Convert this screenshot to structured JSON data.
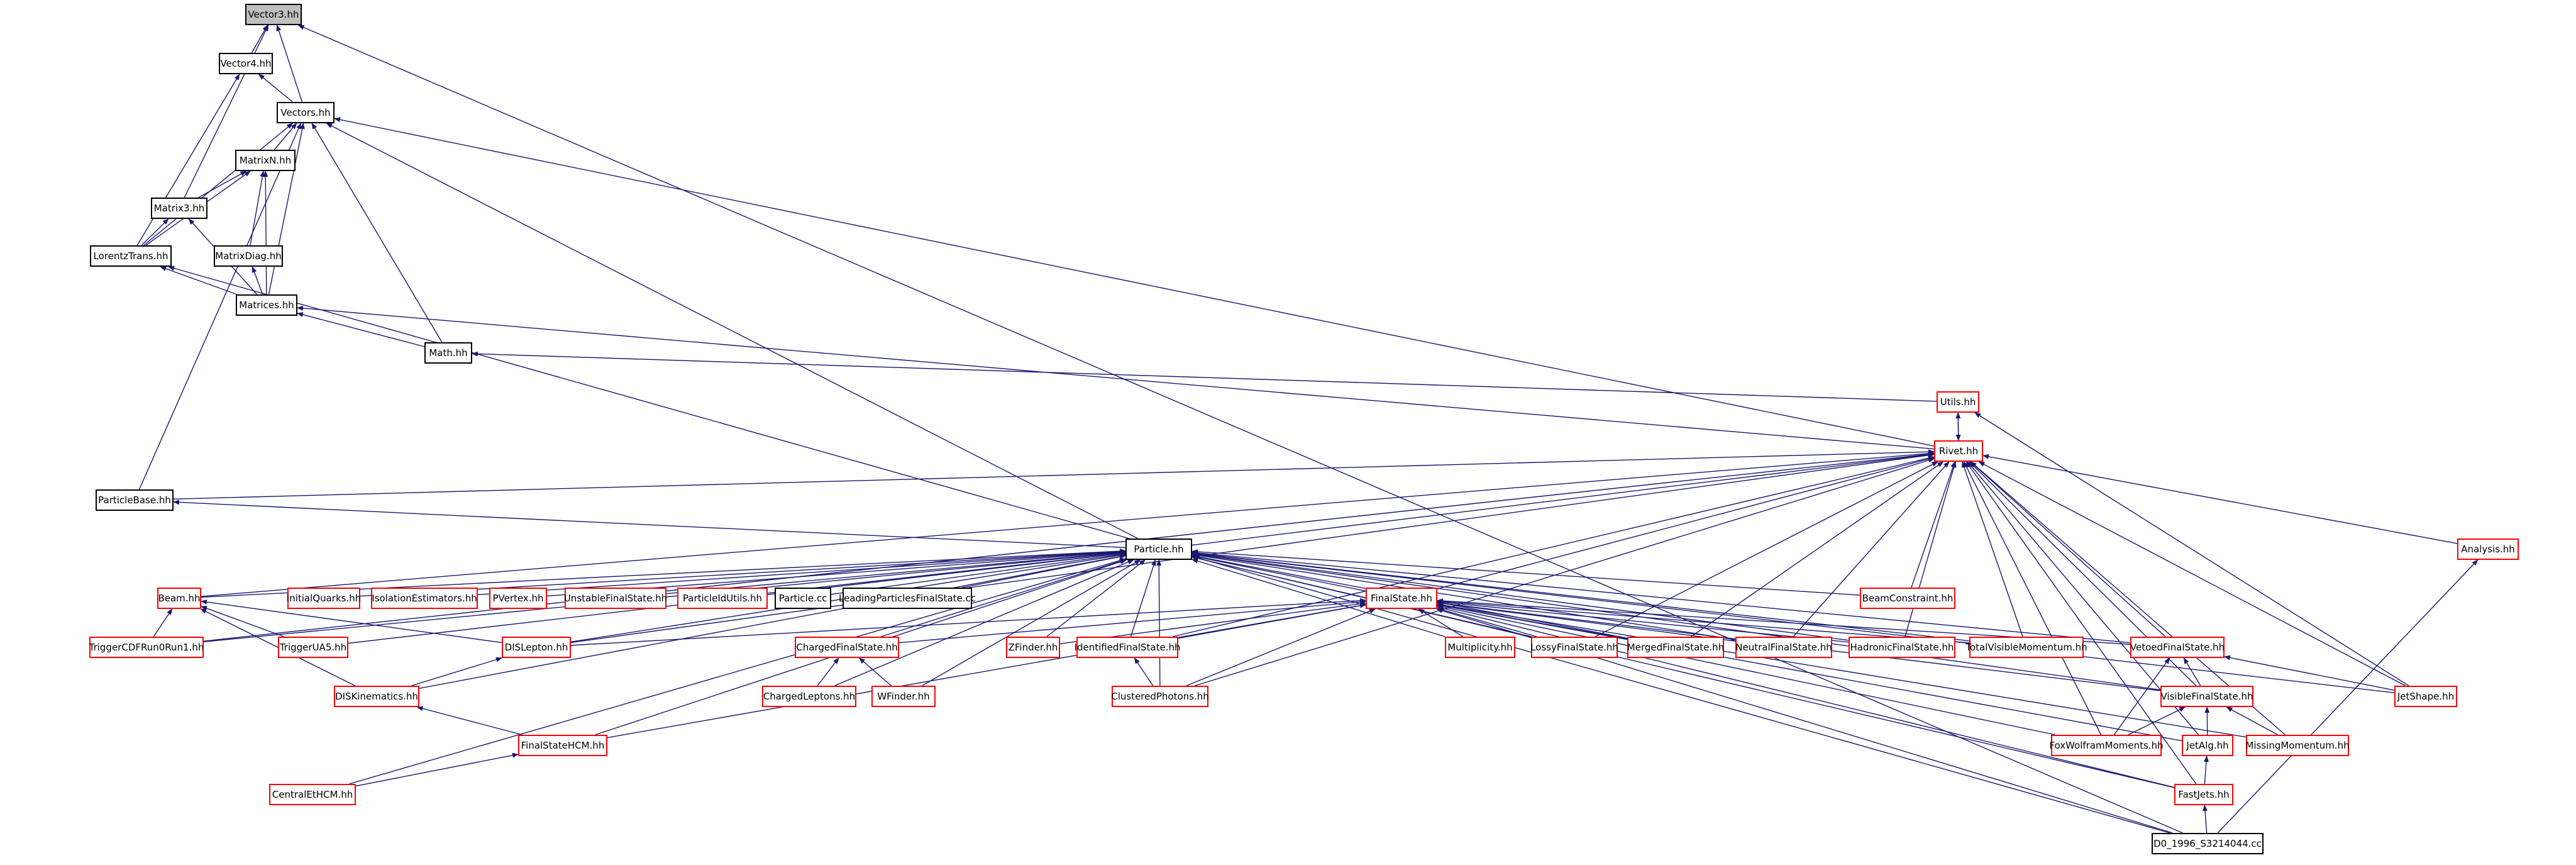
{
  "graph": {
    "colors": {
      "edge": "#191970",
      "node_border": "#000000",
      "external_border": "#ff0000",
      "current_fill": "#bfbfbf"
    },
    "nodes": [
      {
        "id": "vector3",
        "label": "Vector3.hh",
        "style": "current"
      },
      {
        "id": "vector4",
        "label": "Vector4.hh",
        "style": "normal"
      },
      {
        "id": "vectors",
        "label": "Vectors.hh",
        "style": "normal"
      },
      {
        "id": "matrixn",
        "label": "MatrixN.hh",
        "style": "normal"
      },
      {
        "id": "matrix3",
        "label": "Matrix3.hh",
        "style": "normal"
      },
      {
        "id": "matrixdiag",
        "label": "MatrixDiag.hh",
        "style": "normal"
      },
      {
        "id": "lorentztrans",
        "label": "LorentzTrans.hh",
        "style": "normal"
      },
      {
        "id": "matrices",
        "label": "Matrices.hh",
        "style": "normal"
      },
      {
        "id": "math",
        "label": "Math.hh",
        "style": "normal"
      },
      {
        "id": "utils",
        "label": "Utils.hh",
        "style": "external"
      },
      {
        "id": "rivet",
        "label": "Rivet.hh",
        "style": "external"
      },
      {
        "id": "particlebase",
        "label": "ParticleBase.hh",
        "style": "normal"
      },
      {
        "id": "particle",
        "label": "Particle.hh",
        "style": "normal"
      },
      {
        "id": "analysis",
        "label": "Analysis.hh",
        "style": "external"
      },
      {
        "id": "beam",
        "label": "Beam.hh",
        "style": "external"
      },
      {
        "id": "initialquarks",
        "label": "InitialQuarks.hh",
        "style": "external"
      },
      {
        "id": "isolation",
        "label": "IsolationEstimators.hh",
        "style": "external"
      },
      {
        "id": "pvertex",
        "label": "PVertex.hh",
        "style": "external"
      },
      {
        "id": "unstable",
        "label": "UnstableFinalState.hh",
        "style": "external"
      },
      {
        "id": "particleidutils",
        "label": "ParticleIdUtils.hh",
        "style": "external"
      },
      {
        "id": "particlecc",
        "label": "Particle.cc",
        "style": "normal"
      },
      {
        "id": "leading",
        "label": "LeadingParticlesFinalState.cc",
        "style": "normal"
      },
      {
        "id": "beamconstraint",
        "label": "BeamConstraint.hh",
        "style": "external"
      },
      {
        "id": "finalstate",
        "label": "FinalState.hh",
        "style": "external"
      },
      {
        "id": "triggercdf",
        "label": "TriggerCDFRun0Run1.hh",
        "style": "external"
      },
      {
        "id": "triggerua5",
        "label": "TriggerUA5.hh",
        "style": "external"
      },
      {
        "id": "dislepton",
        "label": "DISLepton.hh",
        "style": "external"
      },
      {
        "id": "chargedfs",
        "label": "ChargedFinalState.hh",
        "style": "external"
      },
      {
        "id": "zfinder",
        "label": "ZFinder.hh",
        "style": "external"
      },
      {
        "id": "identifiedfs",
        "label": "IdentifiedFinalState.hh",
        "style": "external"
      },
      {
        "id": "multiplicity",
        "label": "Multiplicity.hh",
        "style": "external"
      },
      {
        "id": "lossyfs",
        "label": "LossyFinalState.hh",
        "style": "external"
      },
      {
        "id": "mergedfs",
        "label": "MergedFinalState.hh",
        "style": "external"
      },
      {
        "id": "neutralfs",
        "label": "NeutralFinalState.hh",
        "style": "external"
      },
      {
        "id": "hadronicfs",
        "label": "HadronicFinalState.hh",
        "style": "external"
      },
      {
        "id": "totalvisible",
        "label": "TotalVisibleMomentum.hh",
        "style": "external"
      },
      {
        "id": "vetoedfs",
        "label": "VetoedFinalState.hh",
        "style": "external"
      },
      {
        "id": "diskinematics",
        "label": "DISKinematics.hh",
        "style": "external"
      },
      {
        "id": "chargedleptons",
        "label": "ChargedLeptons.hh",
        "style": "external"
      },
      {
        "id": "wfinder",
        "label": "WFinder.hh",
        "style": "external"
      },
      {
        "id": "clusteredphotons",
        "label": "ClusteredPhotons.hh",
        "style": "external"
      },
      {
        "id": "visiblefs",
        "label": "VisibleFinalState.hh",
        "style": "external"
      },
      {
        "id": "jetshape",
        "label": "JetShape.hh",
        "style": "external"
      },
      {
        "id": "finalstatehcm",
        "label": "FinalStateHCM.hh",
        "style": "external"
      },
      {
        "id": "foxwolfram",
        "label": "FoxWolframMoments.hh",
        "style": "external"
      },
      {
        "id": "jetalg",
        "label": "JetAlg.hh",
        "style": "external"
      },
      {
        "id": "missingmomentum",
        "label": "MissingMomentum.hh",
        "style": "external"
      },
      {
        "id": "centraletcm",
        "label": "CentralEtHCM.hh",
        "style": "external"
      },
      {
        "id": "fastjets",
        "label": "FastJets.hh",
        "style": "external"
      },
      {
        "id": "d0",
        "label": "D0_1996_S3214044.cc",
        "style": "normal"
      }
    ],
    "edges": [
      [
        "vector4",
        "vector3"
      ],
      [
        "vectors",
        "vector3"
      ],
      [
        "matrix3",
        "vector3"
      ],
      [
        "d0",
        "vector3"
      ],
      [
        "vectors",
        "vector4"
      ],
      [
        "lorentztrans",
        "vector4"
      ],
      [
        "matrixn",
        "vectors"
      ],
      [
        "matrices",
        "vectors"
      ],
      [
        "lorentztrans",
        "vectors"
      ],
      [
        "math",
        "vectors"
      ],
      [
        "rivet",
        "vectors"
      ],
      [
        "particle",
        "vectors"
      ],
      [
        "particlebase",
        "vectors"
      ],
      [
        "matrix3",
        "matrixn"
      ],
      [
        "lorentztrans",
        "matrixn"
      ],
      [
        "matrixdiag",
        "matrixn"
      ],
      [
        "matrices",
        "matrixn"
      ],
      [
        "lorentztrans",
        "matrix3"
      ],
      [
        "matrices",
        "matrix3"
      ],
      [
        "matrices",
        "matrixdiag"
      ],
      [
        "matrices",
        "lorentztrans"
      ],
      [
        "d0",
        "lorentztrans"
      ],
      [
        "math",
        "matrices"
      ],
      [
        "rivet",
        "matrices"
      ],
      [
        "utils",
        "math"
      ],
      [
        "rivet",
        "utils"
      ],
      [
        "utils",
        "rivet"
      ],
      [
        "jetshape",
        "utils"
      ],
      [
        "particlebase",
        "rivet"
      ],
      [
        "particle",
        "rivet"
      ],
      [
        "analysis",
        "rivet"
      ],
      [
        "beamconstraint",
        "rivet"
      ],
      [
        "finalstate",
        "rivet"
      ],
      [
        "identifiedfs",
        "rivet"
      ],
      [
        "clusteredphotons",
        "rivet"
      ],
      [
        "dislepton",
        "rivet"
      ],
      [
        "lossyfs",
        "rivet"
      ],
      [
        "mergedfs",
        "rivet"
      ],
      [
        "neutralfs",
        "rivet"
      ],
      [
        "hadronicfs",
        "rivet"
      ],
      [
        "totalvisible",
        "rivet"
      ],
      [
        "vetoedfs",
        "rivet"
      ],
      [
        "visiblefs",
        "rivet"
      ],
      [
        "jetshape",
        "rivet"
      ],
      [
        "foxwolfram",
        "rivet"
      ],
      [
        "jetalg",
        "rivet"
      ],
      [
        "missingmomentum",
        "rivet"
      ],
      [
        "fastjets",
        "rivet"
      ],
      [
        "beam",
        "rivet"
      ],
      [
        "triggercdf",
        "rivet"
      ],
      [
        "particle",
        "particlebase"
      ],
      [
        "beam",
        "particle"
      ],
      [
        "initialquarks",
        "particle"
      ],
      [
        "isolation",
        "particle"
      ],
      [
        "pvertex",
        "particle"
      ],
      [
        "unstable",
        "particle"
      ],
      [
        "particleidutils",
        "particle"
      ],
      [
        "particlecc",
        "particle"
      ],
      [
        "leading",
        "particle"
      ],
      [
        "beamconstraint",
        "particle"
      ],
      [
        "finalstate",
        "particle"
      ],
      [
        "triggercdf",
        "particle"
      ],
      [
        "triggerua5",
        "particle"
      ],
      [
        "dislepton",
        "particle"
      ],
      [
        "chargedfs",
        "particle"
      ],
      [
        "zfinder",
        "particle"
      ],
      [
        "identifiedfs",
        "particle"
      ],
      [
        "multiplicity",
        "particle"
      ],
      [
        "lossyfs",
        "particle"
      ],
      [
        "mergedfs",
        "particle"
      ],
      [
        "neutralfs",
        "particle"
      ],
      [
        "hadronicfs",
        "particle"
      ],
      [
        "totalvisible",
        "particle"
      ],
      [
        "vetoedfs",
        "particle"
      ],
      [
        "diskinematics",
        "particle"
      ],
      [
        "chargedleptons",
        "particle"
      ],
      [
        "wfinder",
        "particle"
      ],
      [
        "clusteredphotons",
        "particle"
      ],
      [
        "finalstatehcm",
        "particle"
      ],
      [
        "centraletcm",
        "particle"
      ],
      [
        "jetshape",
        "particle"
      ],
      [
        "visiblefs",
        "particle"
      ],
      [
        "fastjets",
        "particle"
      ],
      [
        "triggercdf",
        "beam"
      ],
      [
        "triggerua5",
        "beam"
      ],
      [
        "dislepton",
        "beam"
      ],
      [
        "diskinematics",
        "beam"
      ],
      [
        "chargedfs",
        "finalstate"
      ],
      [
        "zfinder",
        "finalstate"
      ],
      [
        "identifiedfs",
        "finalstate"
      ],
      [
        "multiplicity",
        "finalstate"
      ],
      [
        "lossyfs",
        "finalstate"
      ],
      [
        "mergedfs",
        "finalstate"
      ],
      [
        "neutralfs",
        "finalstate"
      ],
      [
        "hadronicfs",
        "finalstate"
      ],
      [
        "totalvisible",
        "finalstate"
      ],
      [
        "vetoedfs",
        "finalstate"
      ],
      [
        "visiblefs",
        "finalstate"
      ],
      [
        "foxwolfram",
        "finalstate"
      ],
      [
        "jetalg",
        "finalstate"
      ],
      [
        "missingmomentum",
        "finalstate"
      ],
      [
        "fastjets",
        "finalstate"
      ],
      [
        "finalstatehcm",
        "finalstate"
      ],
      [
        "dislepton",
        "finalstate"
      ],
      [
        "clusteredphotons",
        "finalstate"
      ],
      [
        "d0",
        "finalstate"
      ],
      [
        "diskinematics",
        "dislepton"
      ],
      [
        "chargedleptons",
        "chargedfs"
      ],
      [
        "wfinder",
        "chargedfs"
      ],
      [
        "clusteredphotons",
        "identifiedfs"
      ],
      [
        "visiblefs",
        "vetoedfs"
      ],
      [
        "jetshape",
        "vetoedfs"
      ],
      [
        "foxwolfram",
        "vetoedfs"
      ],
      [
        "foxwolfram",
        "visiblefs"
      ],
      [
        "jetalg",
        "visiblefs"
      ],
      [
        "missingmomentum",
        "visiblefs"
      ],
      [
        "finalstatehcm",
        "diskinematics"
      ],
      [
        "centraletcm",
        "finalstatehcm"
      ],
      [
        "fastjets",
        "jetalg"
      ],
      [
        "d0",
        "fastjets"
      ],
      [
        "d0",
        "analysis"
      ]
    ]
  }
}
